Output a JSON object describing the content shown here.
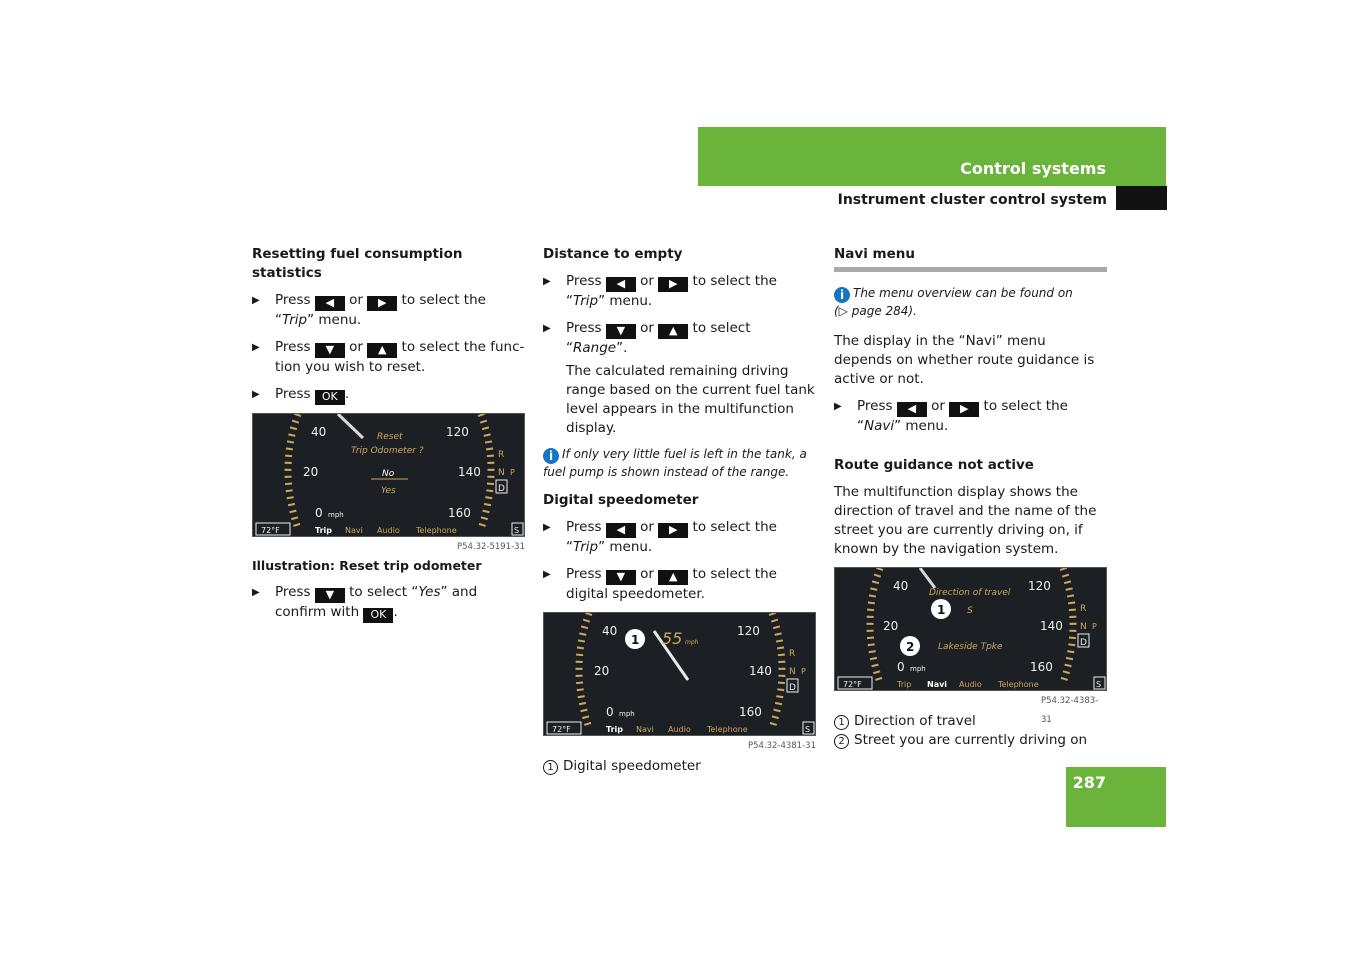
{
  "header": {
    "section": "Control systems",
    "subsection": "Instrument cluster control system"
  },
  "page_number": "287",
  "keys": {
    "left": "◀",
    "right": "▶",
    "down": "▼",
    "up": "▲",
    "ok": "OK"
  },
  "col1": {
    "heading": "Resetting fuel consumption statistics",
    "s1": {
      "a": "Press",
      "b": "or",
      "c": "to select the “",
      "em": "Trip",
      "d": "” menu."
    },
    "s2": {
      "a": "Press",
      "b": "or",
      "c": "to select the func­tion you wish to reset."
    },
    "s3": {
      "a": "Press",
      "d": "."
    },
    "figure": {
      "code": "P54.32-5191-31",
      "caption": "Illustration: Reset trip odometer",
      "text": {
        "reset": "Reset",
        "trip_odo": "Trip Odometer ?",
        "no": "No",
        "yes": "Yes"
      }
    },
    "s4": {
      "a": "Press",
      "c": "to select “",
      "em": "Yes",
      "d": "” and confirm with",
      "e": "."
    }
  },
  "col2": {
    "heading": "Distance to empty",
    "s1": {
      "a": "Press",
      "b": "or",
      "c": "to select the “",
      "em": "Trip",
      "d": "” menu."
    },
    "s2": {
      "a": "Press",
      "b": "or",
      "c": "to select “",
      "em": "Range",
      "d": "”."
    },
    "para": "The calculated remaining driving range based on the current fuel tank level ap­pears in the multifunction display.",
    "info": "If only very little fuel is left in the tank, a fuel pump is shown instead of the range.",
    "heading2": "Digital speedometer",
    "s3": {
      "a": "Press",
      "b": "or",
      "c": "to select the “",
      "em": "Trip",
      "d": "” menu."
    },
    "s4": {
      "a": "Press",
      "b": "or",
      "c": "to select the digital speedometer."
    },
    "figure": {
      "code": "P54.32-4381-31",
      "speed": "55",
      "unit": "mph"
    },
    "legend": [
      {
        "n": "1",
        "label": "Digital speedometer"
      }
    ]
  },
  "col3": {
    "heading": "Navi menu",
    "info_a": "The menu overview can be found on",
    "info_b": "(▷ page 284).",
    "para": "The display in the “Navi” menu depends on whether route guidance is active or not.",
    "s1": {
      "a": "Press",
      "b": "or",
      "c": "to select the “",
      "em": "Navi",
      "d": "” menu."
    },
    "heading2": "Route guidance not active",
    "para2": "The multifunction display shows the direc­tion of travel and the name of the street you are currently driving on, if known by the navigation system.",
    "figure": {
      "code": "P54.32-4383-31",
      "direction_label": "Direction of travel",
      "direction": "S",
      "street": "Lakeside Tpke"
    },
    "legend": [
      {
        "n": "1",
        "label": "Direction of travel"
      },
      {
        "n": "2",
        "label": "Street you are currently driving on"
      }
    ]
  },
  "cluster": {
    "temp": "72°F",
    "menu": [
      "Trip",
      "Navi",
      "Audio",
      "Telephone"
    ],
    "s": "S",
    "speed_labels": [
      "40",
      "20",
      "0",
      "120",
      "140",
      "160"
    ],
    "mph": "mph",
    "gears": [
      "R",
      "N",
      "P",
      "D"
    ]
  },
  "colors": {
    "green": "#6ab43c",
    "info_blue": "#1475c4",
    "cluster_bg": "#1c2024",
    "cluster_gold": "#c9a95c"
  }
}
